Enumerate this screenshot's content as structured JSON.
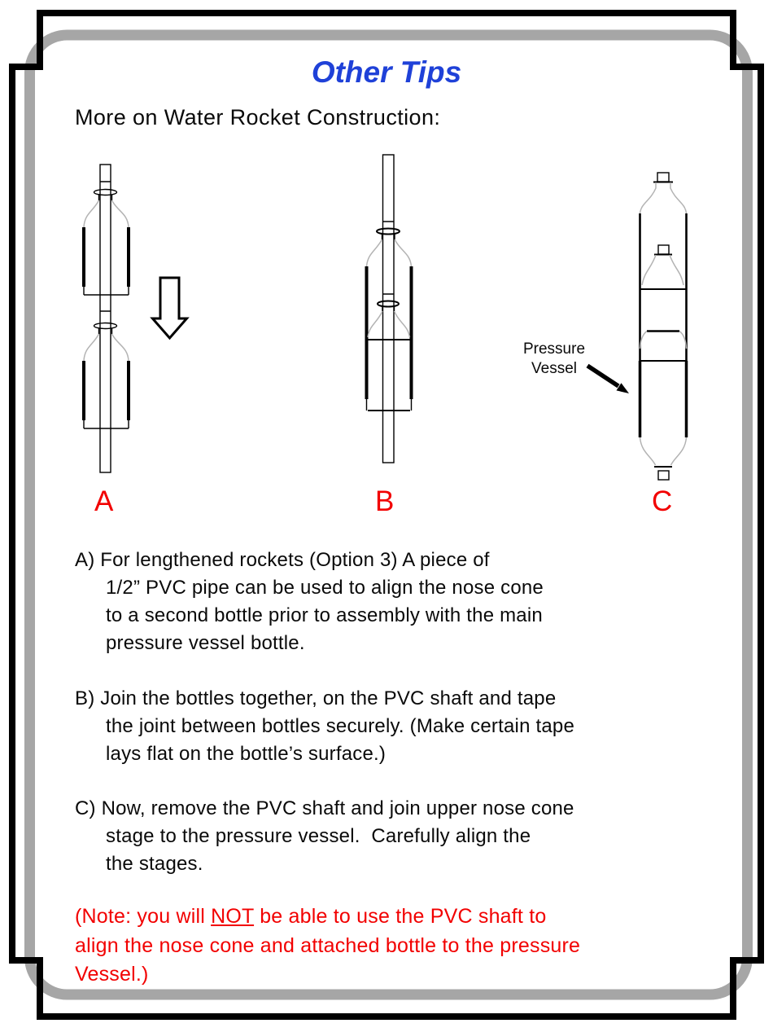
{
  "title": "Other Tips",
  "heading": "More on Water Rocket Construction:",
  "figures": {
    "label_a": "A",
    "label_b": "B",
    "label_c": "C",
    "pressure_vessel": {
      "line1": "Pressure",
      "line2": "Vessel"
    }
  },
  "instructions": {
    "a": {
      "lines": [
        "A) For lengthened rockets (Option 3) A piece of",
        "1/2” PVC pipe can be used to align the nose cone",
        "to a second bottle prior to assembly with the main",
        "pressure vessel bottle."
      ]
    },
    "b": {
      "lines": [
        "B) Join the bottles together, on the PVC shaft and tape",
        "the joint between bottles securely. (Make certain tape",
        "lays flat on the bottle’s surface.)"
      ]
    },
    "c": {
      "lines": [
        "C) Now, remove the PVC shaft and join upper nose cone",
        "stage to the pressure vessel.  Carefully align the",
        "the stages."
      ]
    }
  },
  "note": {
    "line1_prefix": "(Note: you will ",
    "line1_underlined": "NOT",
    "line1_suffix": " be able to use the PVC shaft to",
    "line2": "align the nose cone and attached bottle to the pressure",
    "line3": "Vessel.)"
  },
  "colors": {
    "title_blue": "#1f41d8",
    "accent_red": "#f20000",
    "frame_gray": "#a6a6a6",
    "frame_black": "#000000",
    "bottle_gray": "#b3b3b3"
  }
}
